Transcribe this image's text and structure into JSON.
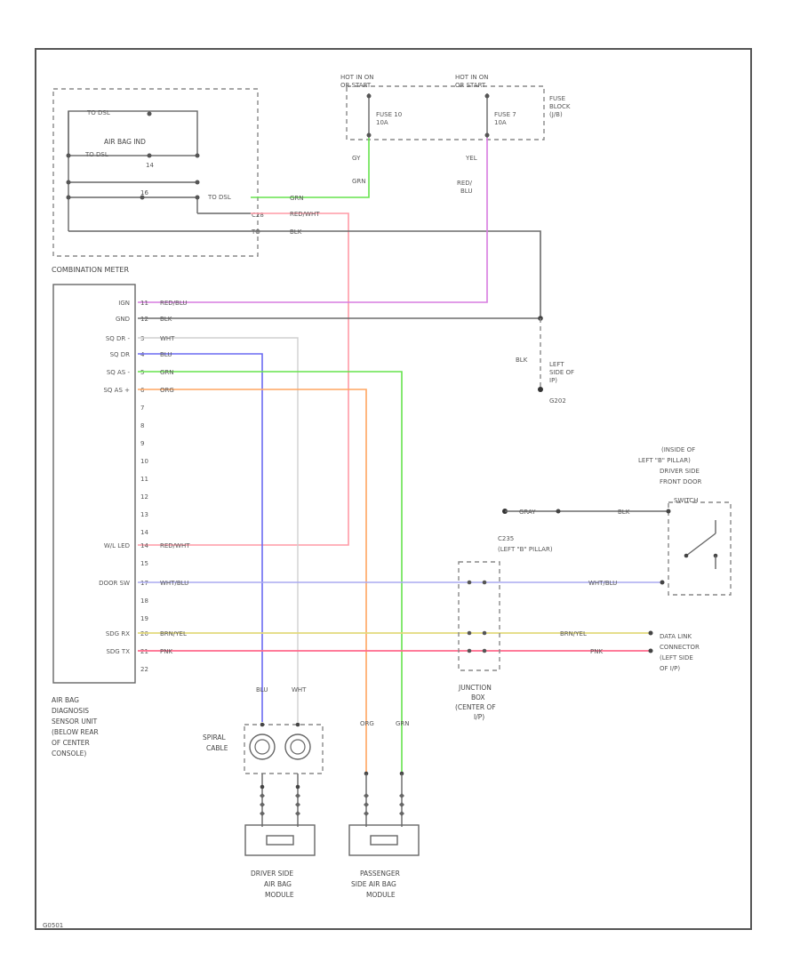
{
  "labels": {
    "hot_run_start_1": [
      "HOT IN ON",
      "OR START"
    ],
    "hot_run_start_2": [
      "HOT IN ON",
      "OR START"
    ],
    "fuse_10": [
      "FUSE 10",
      "10A"
    ],
    "fuse_7": [
      "FUSE 7",
      "10A"
    ],
    "fuse_block": [
      "FUSE",
      "BLOCK",
      "(J/B)"
    ],
    "air_bag_ind": "AIR BAG IND",
    "combination_meter": "COMBINATION METER",
    "left_side_ip": [
      "LEFT",
      "SIDE OF",
      "IP)",
      "G202"
    ],
    "inside_pillar": [
      "(INSIDE OF",
      "LEFT \"B\" PILLAR)",
      "DRIVER SIDE",
      "FRONT DOOR",
      "SWITCH"
    ],
    "c235": [
      "C235",
      "(LEFT \"B\" PILLAR)"
    ],
    "data_link": [
      "DATA LINK",
      "CONNECTOR",
      "(LEFT SIDE",
      "OF I/P)"
    ],
    "junction_box": [
      "JUNCTION",
      "BOX",
      "(CENTER OF",
      "I/P)"
    ],
    "sensor_unit": [
      "AIR BAG",
      "DIAGNOSIS",
      "SENSOR UNIT",
      "(BELOW REAR",
      "OF CENTER",
      "CONSOLE)"
    ],
    "spiral_cable": [
      "SPIRAL",
      "CABLE"
    ],
    "driver_module": [
      "DRIVER SIDE",
      "AIR BAG",
      "MODULE"
    ],
    "passenger_module": [
      "PASSENGER",
      "SIDE AIR BAG",
      "MODULE"
    ],
    "diagram_id": "G0501"
  },
  "pins": {
    "meter_top": [
      "TO DSL",
      "TO DSL",
      "14",
      "16"
    ],
    "meter_right": [
      "TO DSL",
      "C28",
      "TO"
    ],
    "unit_left": [
      "IGN",
      "GND",
      "SQ DR -",
      "SQ DR",
      "SQ AS -",
      "SQ AS +",
      "",
      "",
      "",
      "",
      "",
      "",
      "",
      "",
      "W/L LED",
      "",
      "DOOR SW",
      "",
      "",
      "SDG RX",
      "SDG TX",
      ""
    ],
    "unit_right": [
      "11",
      "12",
      "3",
      "4",
      "5",
      "6",
      "7",
      "8",
      "9",
      "10",
      "11",
      "12",
      "13",
      "14",
      "14",
      "15",
      "17",
      "18",
      "19",
      "20",
      "21",
      "22"
    ]
  },
  "wires": {
    "gy_grn": "GRN",
    "red_wht": "RED/WHT",
    "blk": "BLK",
    "red_blu": "RED/BLU",
    "blk2": "BLK",
    "wht": "WHT",
    "blu": "BLU",
    "grn": "GRN",
    "org": "ORG",
    "red_wht2": "RED/WHT",
    "wht_blu": "WHT/BLU",
    "brn_yel": "BRN/YEL",
    "pnk": "PNK",
    "gy": "GY",
    "grn_v": "GRN",
    "yel": "YEL",
    "red_blu_v": [
      "RED/",
      "BLU"
    ],
    "gray": "GRAY",
    "blk_r": "BLK",
    "wht_blu_r": "WHT/BLU",
    "brn_yel_r": "BRN/YEL",
    "pnk_r": "PNK",
    "blk_v": "BLK",
    "blu_v": "BLU",
    "wht_v": "WHT",
    "org_v": "ORG",
    "grn_v2": "GRN"
  },
  "colors": {
    "grn": "#66e34d",
    "red_wht": "#ff9aa6",
    "blk": "#6b6b6b",
    "magenta": "#d77be0",
    "wht": "#d8d8d8",
    "blu": "#6a6af2",
    "org": "#ffa560",
    "wht_blu": "#aaaaf0",
    "brn_yel": "#e3d97b",
    "pnk": "#ff6a8b"
  }
}
